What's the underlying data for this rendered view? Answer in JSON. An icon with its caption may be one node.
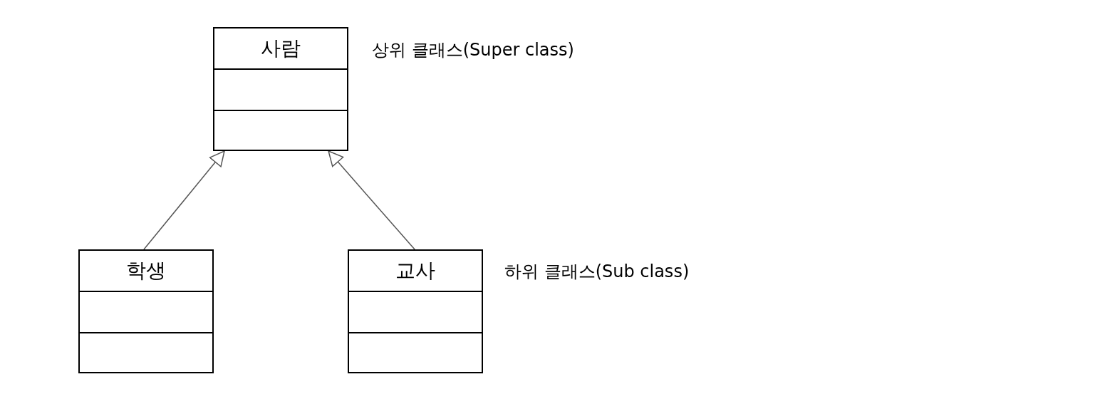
{
  "diagram": {
    "nodes": [
      {
        "text": [
          "사람"
        ]
      },
      {
        "text": [
          "학생"
        ]
      },
      {
        "text": [
          "교사"
        ]
      }
    ],
    "edges": [
      {
        "from": 1,
        "to": 0,
        "arrow": "to"
      },
      {
        "from": 2,
        "to": 0,
        "arrow": "to"
      }
    ],
    "labels": [
      "상위 클래스(Super class)",
      "하위 클래스(Sub class)"
    ]
  }
}
